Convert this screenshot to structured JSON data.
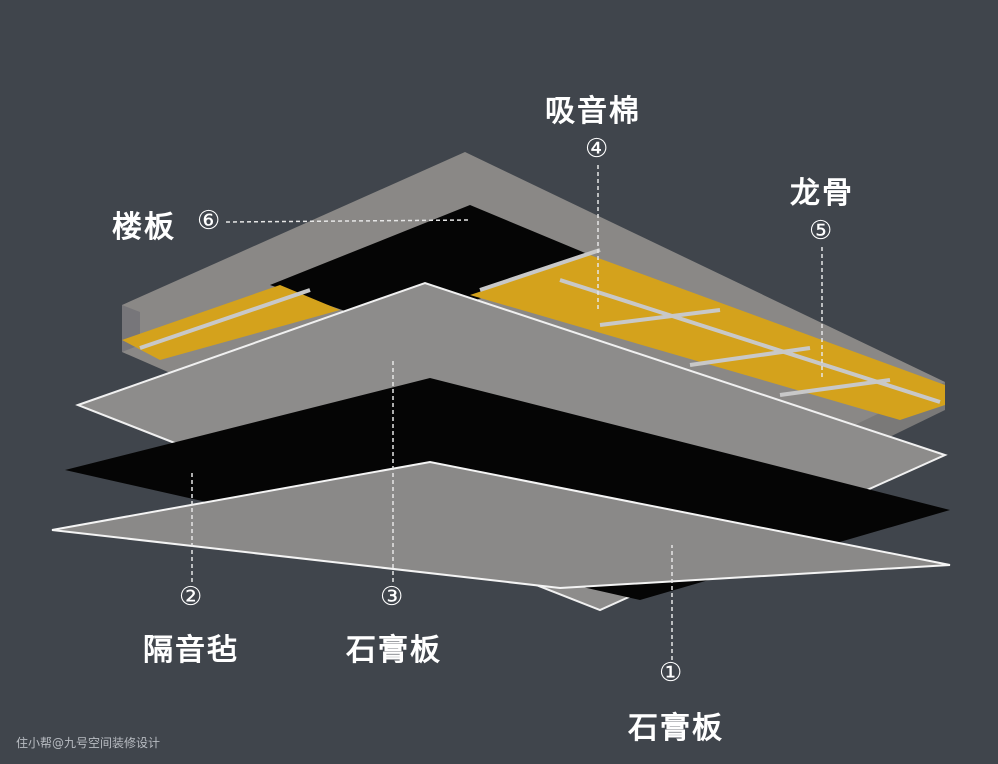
{
  "labels": {
    "floor_slab": {
      "text": "楼板",
      "number": "⑥"
    },
    "absorb_cotton": {
      "text": "吸音棉",
      "number": "④"
    },
    "keel": {
      "text": "龙骨",
      "number": "⑤"
    },
    "sound_felt": {
      "text": "隔音毡",
      "number": "②"
    },
    "gypsum_board_upper": {
      "text": "石膏板",
      "number": "③"
    },
    "gypsum_board_lower": {
      "text": "石膏板",
      "number": "①"
    }
  },
  "watermark": "住小帮@九号空间装修设计",
  "colors": {
    "background": "#40454c",
    "concrete": "#8a8886",
    "cotton": "#d4a21c",
    "board": "#8d8c8b",
    "felt": "#050505"
  }
}
